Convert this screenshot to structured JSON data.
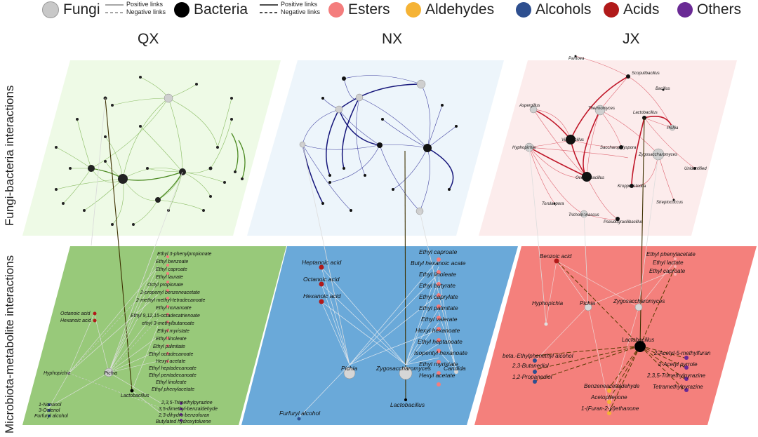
{
  "legend": {
    "fungi": {
      "label": "Fungi",
      "color": "#c8c8c8"
    },
    "bacteria": {
      "label": "Bacteria",
      "color": "#000000"
    },
    "fungi_links": {
      "positive": "Positive links",
      "negative": "Negative links"
    },
    "bacteria_links": {
      "positive": "Positive links",
      "negative": "Negative links"
    },
    "categories": [
      {
        "label": "Esters",
        "color": "#f47d7d"
      },
      {
        "label": "Aldehydes",
        "color": "#f5b335"
      },
      {
        "label": "Alcohols",
        "color": "#2e4f8f"
      },
      {
        "label": "Acids",
        "color": "#b11a1a"
      },
      {
        "label": "Others",
        "color": "#6a2a95"
      }
    ]
  },
  "columns": [
    "QX",
    "NX",
    "JX"
  ],
  "rows": [
    "Fungi-bacteria interactions",
    "Microbiota-metabolite interactions"
  ],
  "panels": {
    "qx_top": {
      "bg": "#eefae6",
      "edge": "#5a9a2a"
    },
    "nx_top": {
      "bg": "#edf5fb",
      "edge": "#1a1a8c"
    },
    "jx_top": {
      "bg": "#fcecec",
      "edge": "#c0182a"
    },
    "qx_bottom": {
      "bg": "#98c97a"
    },
    "nx_bottom": {
      "bg": "#6aa9d9"
    },
    "jx_bottom": {
      "bg": "#f4807c"
    }
  },
  "jx_top_labels": [
    "Scopulibacillus",
    "Pantoea",
    "Bacillus",
    "Aspergillus",
    "Thermomyces",
    "Lactobacillus",
    "Pichia",
    "Virgibacillus",
    "Saccharopolyspora",
    "Hyphopichia",
    "Zygosaccharomyces",
    "Unidentified",
    "Oceanobacillus",
    "Kroppenstedtia",
    "Torulaspora",
    "Streptococcus",
    "Trichomonascus",
    "Pseudogracilibacillus"
  ],
  "qx_bottom": {
    "metabolites": [
      "Ethyl 3-phenylpropionate",
      "Ethyl benzoate",
      "Ethyl caproate",
      "Ethyl laurate",
      "Octyl propionate",
      "2-propenyl benzeneacetate",
      "2-methyl methyl-tetradecanoate",
      "Ethyl nonanoate",
      "Ethyl 9,12,15-octadecatrienoate",
      "ethyl 3-methylbutanoate",
      "Ethyl myristate",
      "Ethyl linoleate",
      "Ethyl palmitate",
      "Ethyl octadecanoate",
      "Hexyl acetate",
      "Ethyl heptadecanoate",
      "Ethyl pentadecanoate",
      "Ethyl linoleate",
      "Ethyl phenylacetate"
    ],
    "acids": [
      "Octanoic acid",
      "Hexanoic acid"
    ],
    "microbes": [
      "Hyphopichia",
      "Pichia",
      "Lactobacillus"
    ],
    "others": [
      "2,3,5-Trimethylpyrazine",
      "3,5-dimethyl-benzaldehyde",
      "2,3-dihydro-benzofuran",
      "Butylated hydroxytoluene"
    ],
    "alcohols": [
      "1-Nonanol",
      "3-Octenol",
      "Furfuryl alcohol"
    ]
  },
  "nx_bottom": {
    "acids": [
      "Heptanoic acid",
      "Octanoic acid",
      "Hexanoic acid"
    ],
    "esters": [
      "Ethyl caproate",
      "Butyl hexanoic acate",
      "Ethyl linoleate",
      "Ethyl butyrate",
      "Ethyl caprylate",
      "Ethyl palmitate",
      "Ethyl valerate",
      "Hexyl hexanoate",
      "Ethyl heptanoate",
      "Isopentyl hexanoate",
      "Ethyl myristate",
      "Hexyl acetate"
    ],
    "microbes": [
      "Pichia",
      "Zygosaccharomyces",
      "Candida",
      "Lactobacillus"
    ],
    "alcohol": "Furfuryl alcohol"
  },
  "jx_bottom": {
    "acid": "Benzoic acid",
    "esters": [
      "Ethyl phenylacetate",
      "Ethyl lactate",
      "Ethyl caproate"
    ],
    "microbes": [
      "Hyphopichia",
      "Pichia",
      "Zygosaccharomyces",
      "Lactobacillus"
    ],
    "alcohols": [
      "beta.-Ethylphenethyl alcohol",
      "2,3-Butanediol",
      "1,2-Propanediol"
    ],
    "aldehydes": [
      "Benzeneacetaldehyde",
      "Acetophenone",
      "1-(Furan-2-yl)ethanone"
    ],
    "others": [
      "2-Acetyl-5-methylfuran",
      "2-Acetyl pyrrole",
      "2,3,5-Trimethylpyrazine",
      "Tetramethylpyrazine"
    ]
  }
}
